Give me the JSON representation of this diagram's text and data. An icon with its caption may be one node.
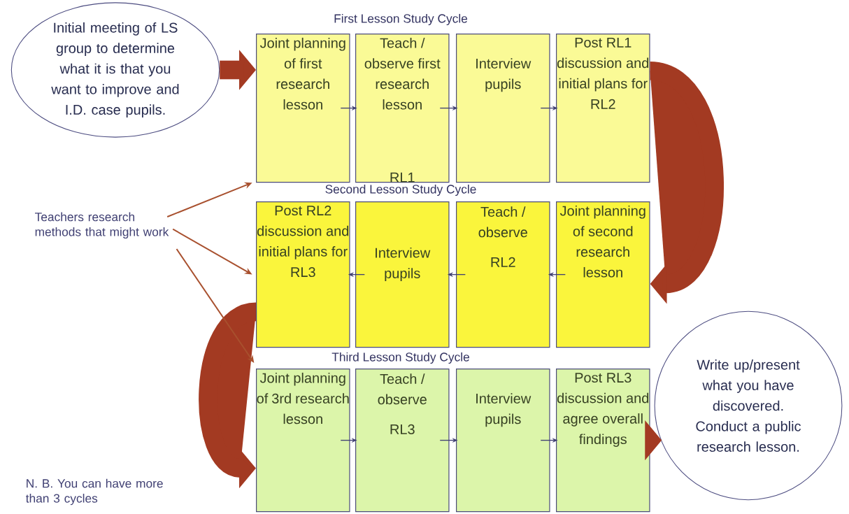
{
  "diagram": {
    "nodes": [
      {
        "text": [
          "Initial meeting of LS group to determine what it is that you want to improve and I.D. case pupils."
        ]
      },
      {
        "text": [
          "Joint planning of first research lesson"
        ]
      },
      {
        "text": [
          "Teach / observe first research lesson",
          "RL1"
        ]
      },
      {
        "text": [
          "Interview pupils"
        ]
      },
      {
        "text": [
          "Post RL1 discussion and initial plans for RL2"
        ]
      },
      {
        "text": [
          "Post RL2 discussion and initial plans for RL3"
        ]
      },
      {
        "text": [
          "Interview pupils"
        ]
      },
      {
        "text": [
          "Teach / observe",
          "RL2"
        ]
      },
      {
        "text": [
          "Joint planning of second research lesson"
        ]
      },
      {
        "text": [
          "Joint planning of 3rd research lesson"
        ]
      },
      {
        "text": [
          "Teach / observe",
          "RL3"
        ]
      },
      {
        "text": [
          "Interview pupils"
        ]
      },
      {
        "text": [
          "Post RL3 discussion and agree overall findings"
        ]
      },
      {
        "text": [
          "Write up/present what you have discovered. Conduct a public research lesson."
        ]
      },
      {
        "text": [
          "Teachers research methods that might work"
        ]
      }
    ],
    "edges": [
      {
        "from": 0,
        "to": 1,
        "arrow": "to",
        "style": "thick",
        "color": "#a33a22"
      },
      {
        "from": 1,
        "to": 2,
        "arrow": "to"
      },
      {
        "from": 2,
        "to": 3,
        "arrow": "to"
      },
      {
        "from": 3,
        "to": 4,
        "arrow": "to"
      },
      {
        "from": 4,
        "to": 8,
        "arrow": "to",
        "style": "thick",
        "color": "#a33a22"
      },
      {
        "from": 8,
        "to": 7,
        "arrow": "to"
      },
      {
        "from": 7,
        "to": 6,
        "arrow": "to"
      },
      {
        "from": 6,
        "to": 5,
        "arrow": "to"
      },
      {
        "from": 5,
        "to": 9,
        "arrow": "to",
        "style": "thick",
        "color": "#a33a22"
      },
      {
        "from": 9,
        "to": 10,
        "arrow": "to"
      },
      {
        "from": 10,
        "to": 11,
        "arrow": "to"
      },
      {
        "from": 11,
        "to": 12,
        "arrow": "to"
      },
      {
        "from": 12,
        "to": 13,
        "arrow": "to",
        "style": "thick",
        "color": "#a33a22"
      },
      {
        "from": 14,
        "to": 1,
        "arrow": "to",
        "color": "#a8502e"
      },
      {
        "from": 14,
        "to": 5,
        "arrow": "to",
        "color": "#a8502e"
      },
      {
        "from": 14,
        "to": 9,
        "arrow": "to",
        "color": "#a8502e"
      }
    ],
    "labels": [
      "First Lesson Study Cycle",
      "Second Lesson Study Cycle",
      "Third Lesson Study Cycle",
      "N. B. You can have more than 3 cycles"
    ]
  }
}
